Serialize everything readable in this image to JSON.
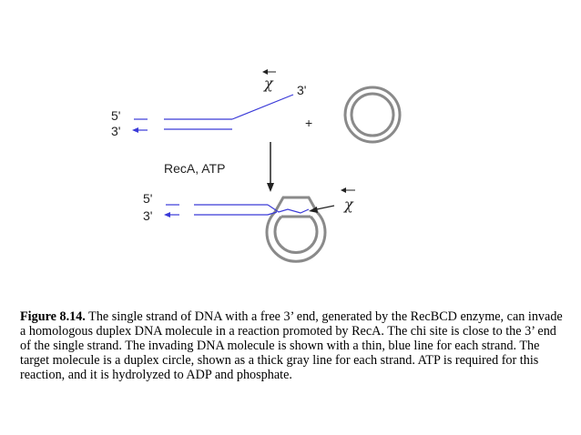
{
  "diagram": {
    "top_end_labels": [
      "5'",
      "3'"
    ],
    "bottom_end_labels": [
      "5'",
      "3'"
    ],
    "three_prime_label": "3'",
    "plus_sign": "+",
    "chi_symbol": "χ",
    "reaction_label": "RecA, ATP",
    "colors": {
      "single_strand": "#3a3ad8",
      "duplex_circle": "#8a8a8a",
      "arrow": "#222222"
    }
  },
  "caption": {
    "figure_label": "Figure 8.14.",
    "text": "The single strand of DNA with a free 3’ end, generated by the RecBCD enzyme, can invade a homologous duplex DNA molecule in a reaction promoted by RecA. The chi site is close to the 3’ end of the single strand. The invading DNA molecule is shown with a thin, blue line for each strand. The target molecule is a duplex circle, shown as a thick gray line for each strand. ATP is required for this reaction, and it is hydrolyzed to ADP and phosphate."
  }
}
